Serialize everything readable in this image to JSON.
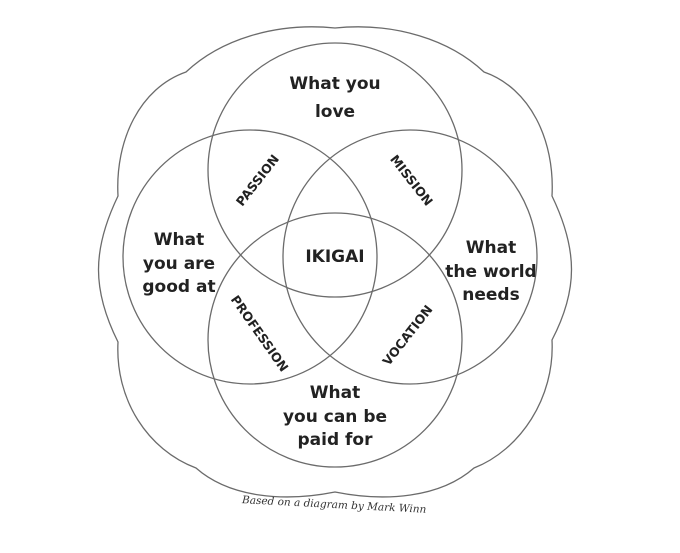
{
  "diagram": {
    "circles": {
      "top": {
        "lines": [
          "What you",
          "love"
        ]
      },
      "left": {
        "lines": [
          "What",
          "you are",
          "good at"
        ]
      },
      "right": {
        "lines": [
          "What",
          "the world",
          "needs"
        ]
      },
      "bottom": {
        "lines": [
          "What",
          "you can be",
          "paid for"
        ]
      }
    },
    "overlaps": {
      "passion": "PASSION",
      "mission": "MISSION",
      "profession": "PROFESSION",
      "vocation": "VOCATION"
    },
    "center": "IKIGAI",
    "credit": "Based on a diagram by Mark Winn"
  }
}
